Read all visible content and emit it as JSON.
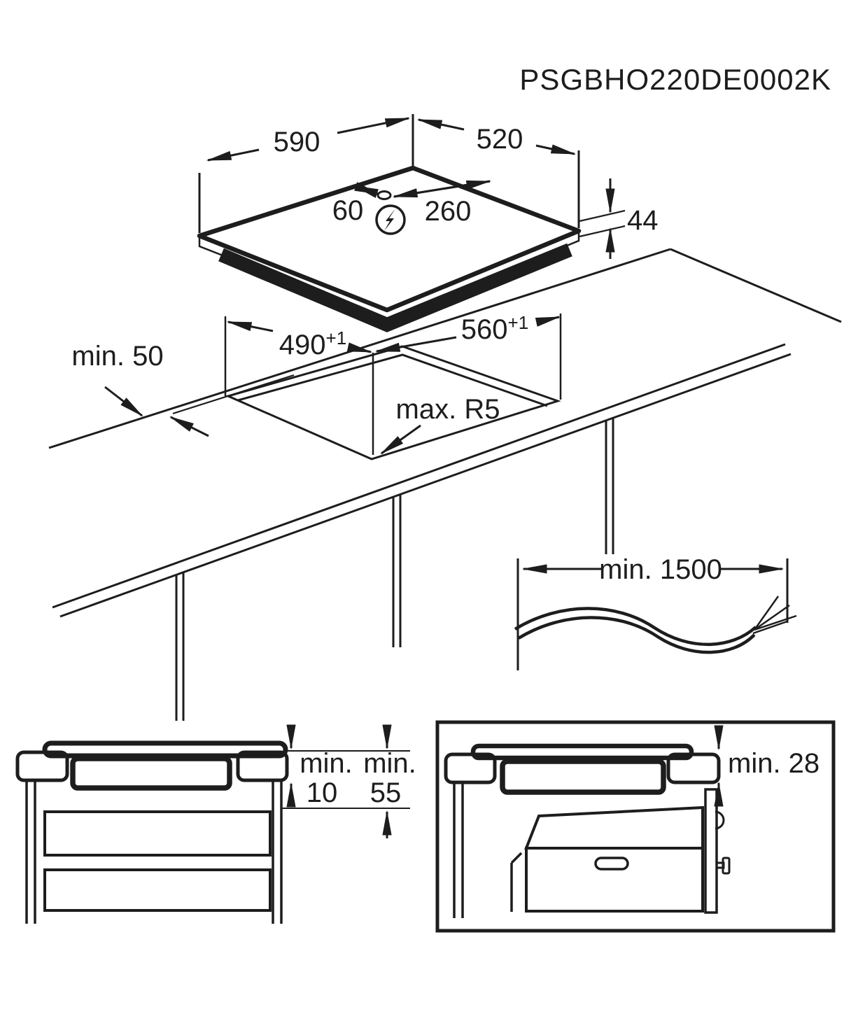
{
  "diagram": {
    "model_code": "PSGBHO220DE0002K",
    "colors": {
      "ink": "#1d1d1d",
      "background": "#ffffff"
    },
    "hob": {
      "width": "590",
      "depth": "520",
      "height": "44",
      "cable_offset_left": "60",
      "cable_offset_right": "260",
      "power_icon": "lightning-bolt-in-circle"
    },
    "cutout": {
      "front_clearance": "min. 50",
      "depth": "490",
      "depth_tolerance": "+1",
      "width": "560",
      "width_tolerance": "+1",
      "corner_radius": "max. R5"
    },
    "cable": {
      "length": "min. 1500"
    },
    "clearance_section": {
      "gap_label": "min.",
      "gap_value": "10",
      "drawer_label": "min.",
      "drawer_value": "55"
    },
    "oven_section": {
      "worktop_thickness": "min. 28"
    }
  }
}
